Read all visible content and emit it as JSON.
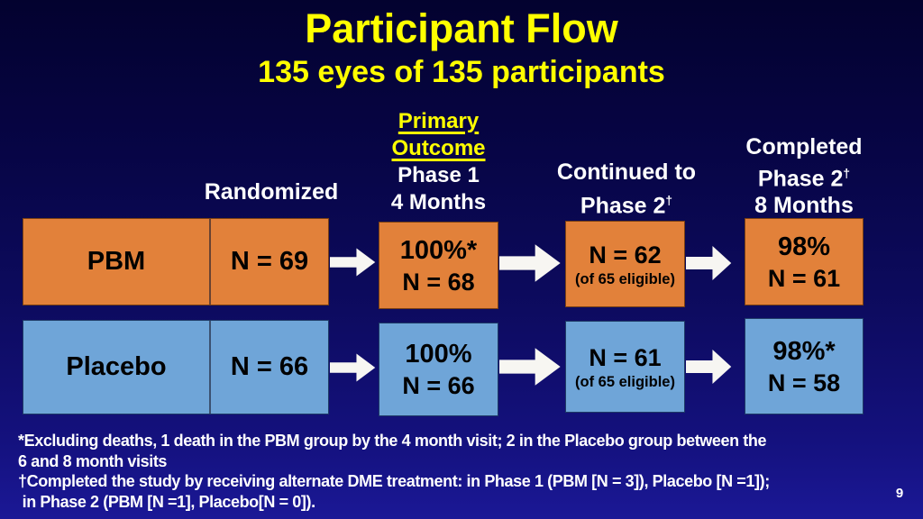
{
  "title": "Participant Flow",
  "subtitle": "135 eyes of 135 participants",
  "colors": {
    "background_top": "#03022f",
    "background_bottom": "#1b1896",
    "accent_yellow": "#ffff00",
    "pbm_orange": "#e2813a",
    "placebo_blue": "#6fa5d8",
    "text_white": "#ffffff"
  },
  "headers": {
    "randomized": "Randomized",
    "primary_outcome_line1": "Primary",
    "primary_outcome_line2": "Outcome",
    "phase1": "Phase 1",
    "phase1_duration": "4 Months",
    "continued_line1": "Continued to",
    "continued_line2": "Phase 2",
    "completed_line1": "Completed",
    "completed_line2": "Phase 2",
    "completed_line3": "8 Months",
    "dagger": "†"
  },
  "rows": [
    {
      "group": "PBM",
      "randomized_n": "N = 69",
      "phase1_pct": "100%*",
      "phase1_n": "N = 68",
      "continued_n": "N = 62",
      "continued_note": "(of 65 eligible)",
      "completed_pct": "98%",
      "completed_n": "N = 61"
    },
    {
      "group": "Placebo",
      "randomized_n": "N = 66",
      "phase1_pct": "100%",
      "phase1_n": "N = 66",
      "continued_n": "N = 61",
      "continued_note": "(of 65 eligible)",
      "completed_pct": "98%*",
      "completed_n": "N = 58"
    }
  ],
  "footnotes": {
    "line1": "*Excluding deaths, 1 death in the PBM group by the 4 month visit; 2 in the Placebo group between the",
    "line2": "6 and 8 month visits",
    "line3": "†Completed the study by receiving alternate DME treatment: in Phase 1 (PBM [N = 3]), Placebo [N =1]);",
    "line4": " in Phase 2 (PBM [N =1], Placebo[N = 0])."
  },
  "page_number": "9"
}
